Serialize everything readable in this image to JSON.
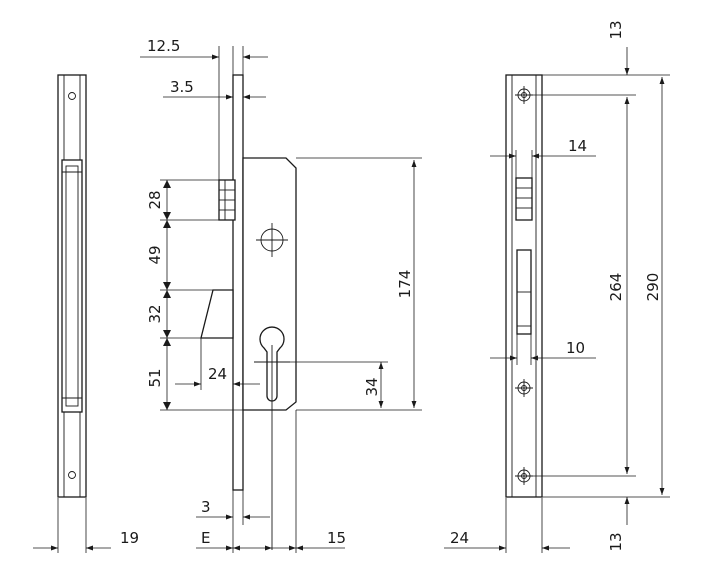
{
  "dimensions": {
    "d_12_5": "12.5",
    "d_3_5": "3.5",
    "d_28": "28",
    "d_49": "49",
    "d_32": "32",
    "d_51": "51",
    "d_24_latch": "24",
    "d_174": "174",
    "d_34": "34",
    "d_3_bottom": "3",
    "d_E": "E",
    "d_15": "15",
    "d_19": "19",
    "d_14": "14",
    "d_10": "10",
    "d_264": "264",
    "d_290": "290",
    "d_13_top": "13",
    "d_13_bottom": "13",
    "d_24_plate": "24"
  }
}
